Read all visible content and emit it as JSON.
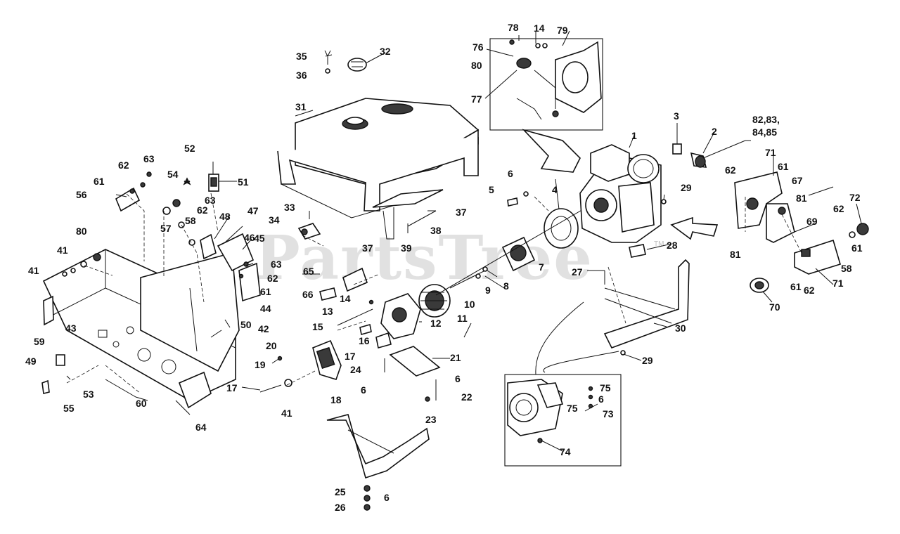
{
  "watermark": {
    "text": "PartsTree",
    "tm": "TM"
  },
  "labels": {
    "p1": "1",
    "p2": "2",
    "p3": "3",
    "p4": "4",
    "p5": "5",
    "p6a": "6",
    "p6b": "6",
    "p6c": "6",
    "p6d": "6",
    "p6e": "6",
    "p7": "7",
    "p8": "8",
    "p9": "9",
    "p10": "10",
    "p11": "11",
    "p12": "12",
    "p13": "13",
    "p14a": "14",
    "p14b": "14",
    "p15": "15",
    "p16": "16",
    "p17a": "17",
    "p17b": "17",
    "p18": "18",
    "p19": "19",
    "p20": "20",
    "p21": "21",
    "p22": "22",
    "p23": "23",
    "p24": "24",
    "p25": "25",
    "p26": "26",
    "p27": "27",
    "p28": "28",
    "p29a": "29",
    "p29b": "29",
    "p30": "30",
    "p31": "31",
    "p32": "32",
    "p33": "33",
    "p34": "34",
    "p35": "35",
    "p36": "36",
    "p37a": "37",
    "p37b": "37",
    "p38": "38",
    "p39": "39",
    "p41a": "41",
    "p41b": "41",
    "p41c": "41",
    "p42": "42",
    "p43": "43",
    "p44": "44",
    "p45": "45",
    "p46": "46",
    "p47": "47",
    "p48": "48",
    "p49": "49",
    "p50": "50",
    "p51": "51",
    "p52": "52",
    "p53": "53",
    "p54": "54",
    "p55": "55",
    "p56": "56",
    "p57": "57",
    "p58a": "58",
    "p58b": "58",
    "p59": "59",
    "p60": "60",
    "p61a": "61",
    "p61b": "61",
    "p61c": "61",
    "p61d": "61",
    "p61e": "61",
    "p62a": "62",
    "p62b": "62",
    "p62c": "62",
    "p62d": "62",
    "p62e": "62",
    "p62f": "62",
    "p63a": "63",
    "p63b": "63",
    "p63c": "63",
    "p64": "64",
    "p65": "65",
    "p66": "66",
    "p67": "67",
    "p69": "69",
    "p70": "70",
    "p71a": "71",
    "p71b": "71",
    "p72": "72",
    "p73": "73",
    "p74": "74",
    "p75a": "75",
    "p75b": "75",
    "p76": "76",
    "p77": "77",
    "p78": "78",
    "p79": "79",
    "p80a": "80",
    "p80b": "80",
    "p81a": "81",
    "p81b": "81",
    "p82": "82,83,",
    "p84": "84,85"
  }
}
